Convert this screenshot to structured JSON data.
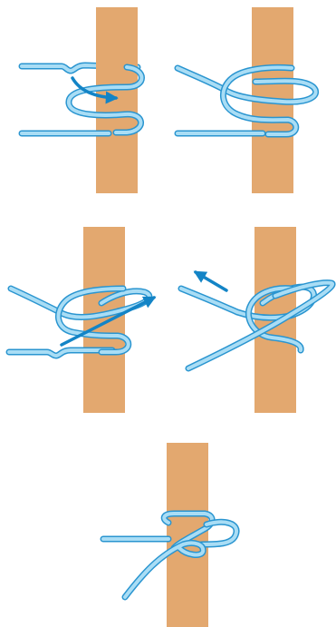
{
  "diagram": {
    "steps": [
      {
        "step": 1,
        "has_arrow": true
      },
      {
        "step": 2,
        "has_arrow": false
      },
      {
        "step": 3,
        "has_arrow": true
      },
      {
        "step": 4,
        "has_arrow": true
      },
      {
        "step": 5,
        "has_arrow": false
      }
    ],
    "colors": {
      "post": "#E3A86F",
      "rope_outline": "#2A95D0",
      "rope_fill": "#A9DDF5",
      "arrow": "#1384C6",
      "background": "#FFFFFF"
    }
  }
}
